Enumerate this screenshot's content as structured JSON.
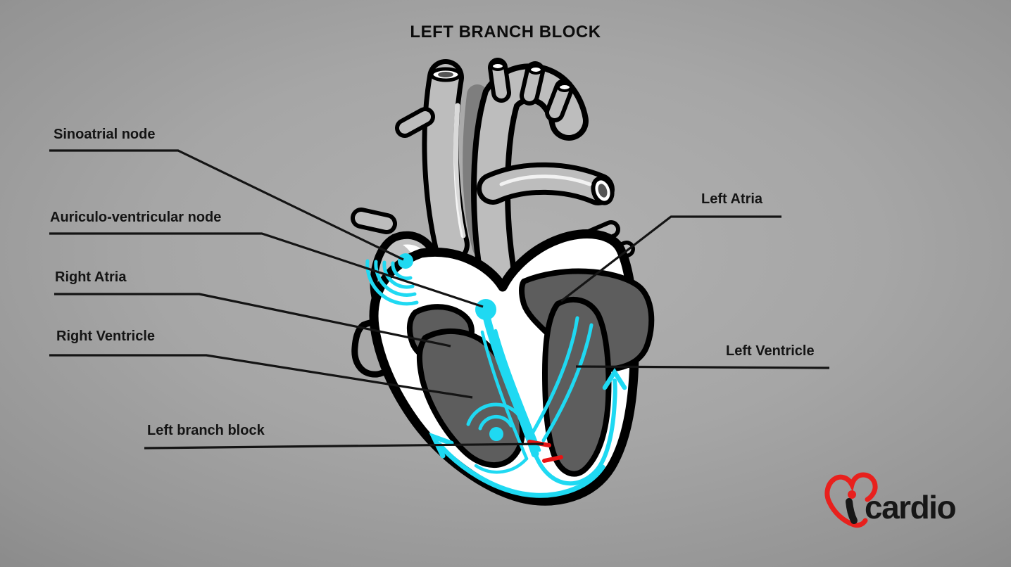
{
  "title": "LEFT BRANCH BLOCK",
  "labels": [
    {
      "id": "sinoatrial-node",
      "text": "Sinoatrial node"
    },
    {
      "id": "auriculo-ventricular-node",
      "text": "Auriculo-ventricular node"
    },
    {
      "id": "right-atria",
      "text": "Right Atria"
    },
    {
      "id": "right-ventricle",
      "text": "Right Ventricle"
    },
    {
      "id": "left-branch-block",
      "text": "Left branch block"
    },
    {
      "id": "left-atria",
      "text": "Left Atria"
    },
    {
      "id": "left-ventricle",
      "text": "Left Ventricle"
    }
  ],
  "logo": {
    "text": "cardio",
    "icon": "heart-outline-i-icon"
  },
  "colors": {
    "accent-cyan": "#1fd9f2",
    "block-red": "#e81414",
    "logo-red": "#e8201d",
    "label-ink": "#141414",
    "chamber-gray": "#5d5d5d",
    "vessel-gray": "#bdbdbd",
    "bg-center": "#b1b1b1",
    "bg-edge": "#6d6d6d"
  }
}
